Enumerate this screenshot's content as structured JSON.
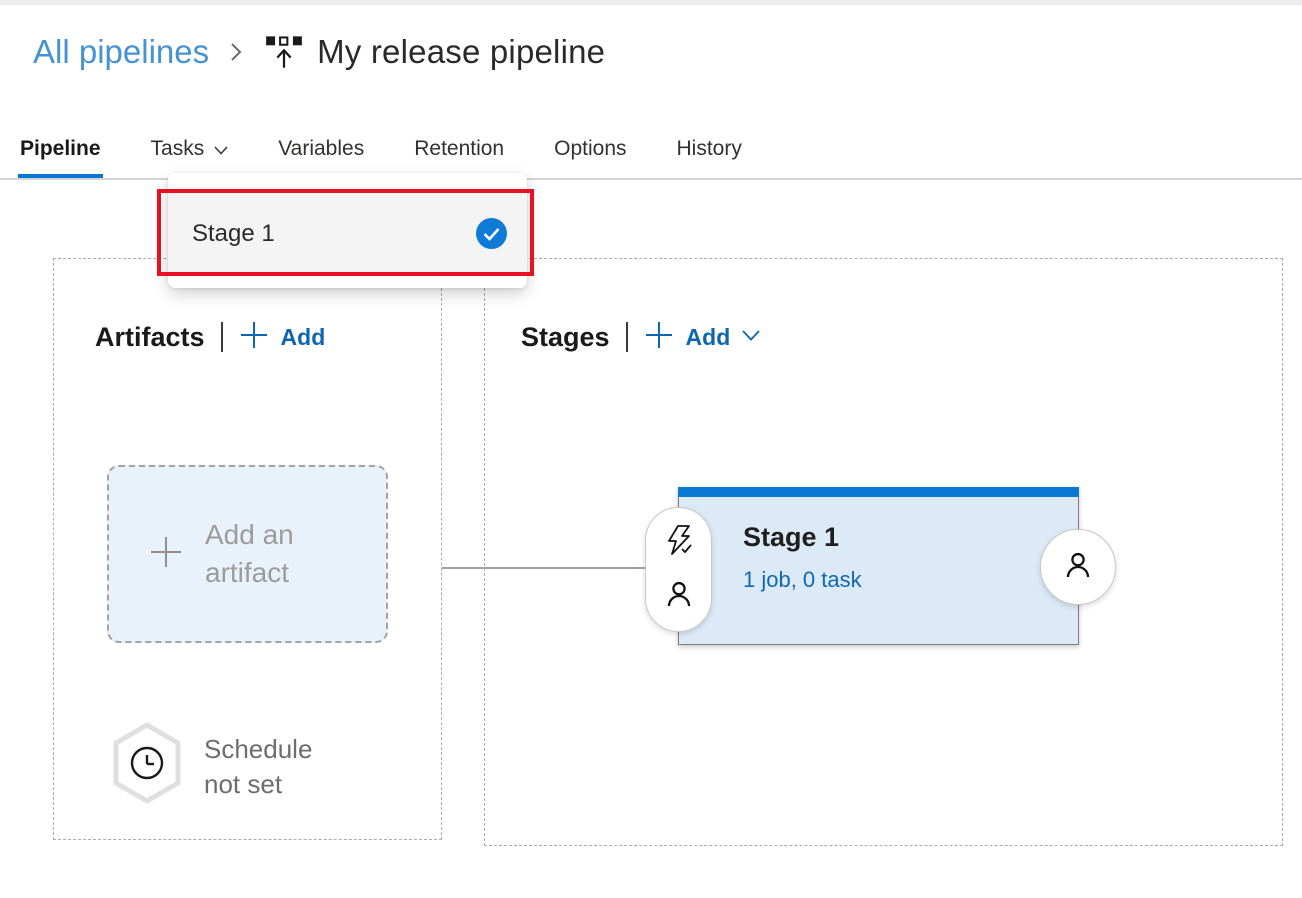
{
  "breadcrumb": {
    "parent": "All pipelines",
    "title": "My release pipeline"
  },
  "tabs": {
    "items": [
      {
        "label": "Pipeline",
        "active": true
      },
      {
        "label": "Tasks",
        "has_dropdown": true
      },
      {
        "label": "Variables"
      },
      {
        "label": "Retention"
      },
      {
        "label": "Options"
      },
      {
        "label": "History"
      }
    ]
  },
  "tasks_dropdown": {
    "items": [
      {
        "label": "Stage 1",
        "selected": true
      }
    ],
    "annotation_color": "#e81123"
  },
  "artifacts": {
    "header": "Artifacts",
    "add_label": "Add",
    "placeholder": "Add an artifact",
    "schedule_status": "Schedule not set"
  },
  "stages": {
    "header": "Stages",
    "add_label": "Add",
    "stage": {
      "name": "Stage 1",
      "summary": "1 job, 0 task"
    }
  },
  "icons": {
    "breadcrumb_separator": "chevron-right-icon",
    "pipeline": "release-pipeline-icon",
    "tasks_tab": "chevron-down-icon",
    "add": "plus-icon",
    "stages_add": "chevron-down-icon",
    "selected_stage": "checkmark-circle-icon",
    "pre_deployment": "lightning-check-icon",
    "approvals": "person-icon",
    "schedule": "clock-hexagon-icon"
  },
  "colors": {
    "accent": "#0078d4",
    "annotation_red": "#e81123",
    "link_blue": "#0d66b2",
    "breadcrumb_blue": "#4593d4",
    "stage_card_bg": "#dceaf8",
    "stage_card_topbar": "#0b79d2",
    "artifact_box_bg": "#e9f1fa"
  }
}
